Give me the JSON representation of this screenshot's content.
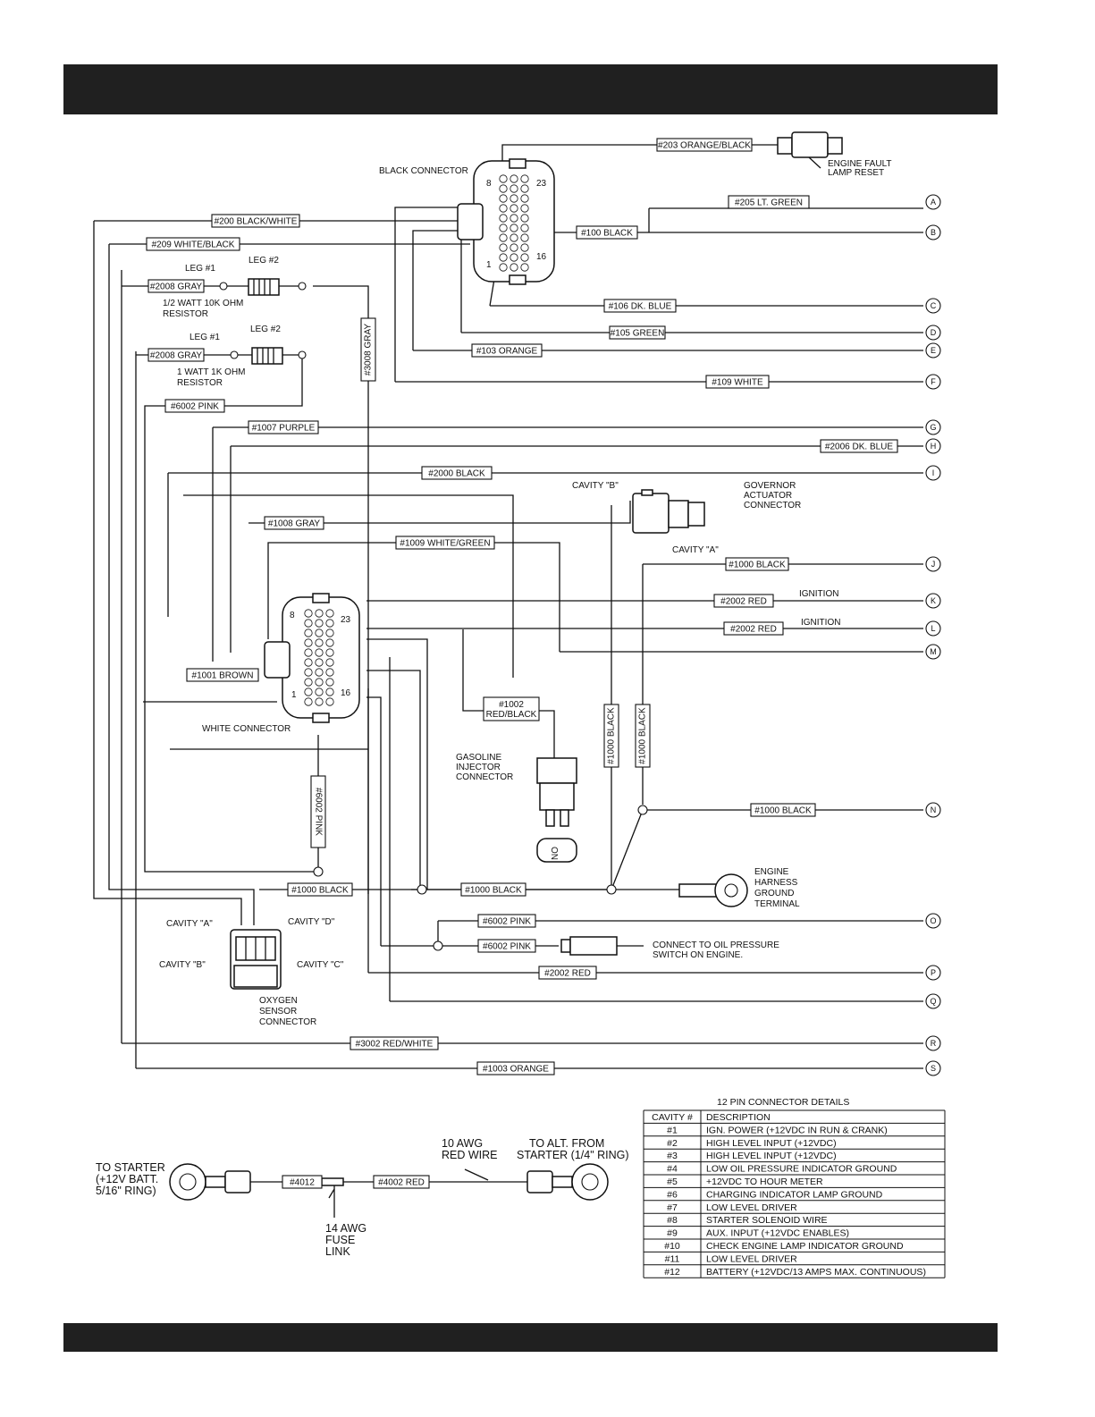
{
  "wire_labels": [
    "#203 ORANGE/BLACK",
    "#205 LT. GREEN",
    "#200 BLACK/WHITE",
    "#209 WHITE/BLACK",
    "#100 BLACK",
    "#2008 GRAY",
    "#2008 GRAY",
    "#106 DK. BLUE",
    "#105 GREEN",
    "#103 ORANGE",
    "#109 WHITE",
    "#6002 PINK",
    "#1007 PURPLE",
    "#2006 DK. BLUE",
    "#2000 BLACK",
    "#1008 GRAY",
    "#1009 WHITE/GREEN",
    "#1000 BLACK",
    "#2002 RED",
    "#2002 RED",
    "#1001 BROWN",
    "#1002 RED/BLACK",
    "#1000 BLACK",
    "#1000 BLACK",
    "#1000 BLACK",
    "#6002 PINK",
    "#6002 PINK",
    "#2002 RED",
    "#3002 RED/WHITE",
    "#1003 ORANGE",
    "#4012",
    "#4002 RED"
  ],
  "vertical_labels": [
    "#3008 GRAY",
    "#6002 PINK",
    "#1000 BLACK",
    "#1000 BLACK"
  ],
  "terminals": [
    "A",
    "B",
    "C",
    "D",
    "E",
    "F",
    "G",
    "H",
    "I",
    "J",
    "K",
    "L",
    "M",
    "N",
    "O",
    "P",
    "Q",
    "R",
    "S"
  ],
  "notes": {
    "black_connector": "BLACK CONNECTOR",
    "white_connector": "WHITE CONNECTOR",
    "engine_fault_1": "ENGINE FAULT",
    "engine_fault_2": "LAMP RESET",
    "leg1_a": "LEG #1",
    "leg2_a": "LEG #2",
    "res1_1": "1/2 WATT 10K OHM",
    "res1_2": "RESISTOR",
    "leg1_b": "LEG #1",
    "leg2_b": "LEG #2",
    "res2_1": "1 WATT 1K OHM",
    "res2_2": "RESISTOR",
    "cavity_b_top": "CAVITY \"B\"",
    "cavity_a_top": "CAVITY \"A\"",
    "gov_1": "GOVERNOR",
    "gov_2": "ACTUATOR",
    "gov_3": "CONNECTOR",
    "ignition_k": "IGNITION",
    "ignition_l": "IGNITION",
    "gas_1": "GASOLINE",
    "gas_2": "INJECTOR",
    "gas_3": "CONNECTOR",
    "gnd_1": "ENGINE",
    "gnd_2": "HARNESS",
    "gnd_3": "GROUND",
    "gnd_4": "TERMINAL",
    "cav_a": "CAVITY \"A\"",
    "cav_d": "CAVITY \"D\"",
    "cav_b": "CAVITY \"B\"",
    "cav_c": "CAVITY \"C\"",
    "oxy_1": "OXYGEN",
    "oxy_2": "SENSOR",
    "oxy_3": "CONNECTOR",
    "oil_1": "CONNECT TO OIL PRESSURE",
    "oil_2": "SWITCH ON ENGINE.",
    "pin8_top": "8",
    "pin23_top": "23",
    "pin1_top": "1",
    "pin16_top": "16",
    "pin8_bot": "8",
    "pin23_bot": "23",
    "pin1_bot": "1",
    "pin16_bot": "16",
    "inj_mark": "ON",
    "starter_1": "TO STARTER",
    "starter_2": "(+12V BATT.",
    "starter_3": "5/16\" RING)",
    "awg10_1": "10 AWG",
    "awg10_2": "RED WIRE",
    "alt_1": "TO ALT. FROM",
    "alt_2": "STARTER (1/4\" RING)",
    "fuse_1": "14 AWG",
    "fuse_2": "FUSE",
    "fuse_3": "LINK"
  },
  "table": {
    "title": "12 PIN CONNECTOR DETAILS",
    "headers": [
      "CAVITY #",
      "DESCRIPTION"
    ],
    "rows": [
      [
        "#1",
        "IGN. POWER (+12VDC IN RUN & CRANK)"
      ],
      [
        "#2",
        "HIGH LEVEL INPUT (+12VDC)"
      ],
      [
        "#3",
        "HIGH LEVEL INPUT (+12VDC)"
      ],
      [
        "#4",
        "LOW OIL PRESSURE INDICATOR GROUND"
      ],
      [
        "#5",
        "+12VDC TO HOUR METER"
      ],
      [
        "#6",
        "CHARGING INDICATOR LAMP GROUND"
      ],
      [
        "#7",
        "LOW LEVEL DRIVER"
      ],
      [
        "#8",
        "STARTER SOLENOID WIRE"
      ],
      [
        "#9",
        "AUX. INPUT (+12VDC ENABLES)"
      ],
      [
        "#10",
        "CHECK ENGINE LAMP INDICATOR GROUND"
      ],
      [
        "#11",
        "LOW LEVEL DRIVER"
      ],
      [
        "#12",
        "BATTERY (+12VDC/13 AMPS MAX. CONTINUOUS)"
      ]
    ]
  }
}
